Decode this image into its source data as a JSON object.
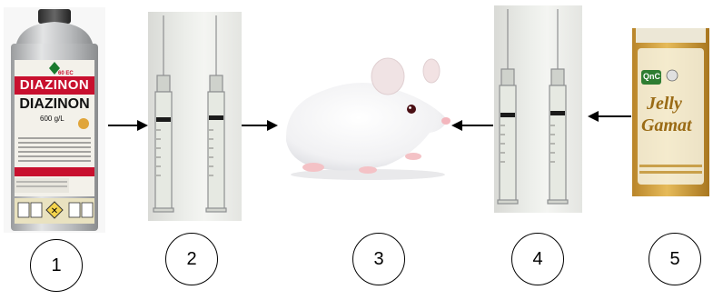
{
  "steps": [
    {
      "number": "1",
      "image": "diazinon-can"
    },
    {
      "number": "2",
      "image": "two-syringes"
    },
    {
      "number": "3",
      "image": "white-mouse"
    },
    {
      "number": "4",
      "image": "two-syringes"
    },
    {
      "number": "5",
      "image": "jelly-gamat-bottle"
    }
  ],
  "can_label": {
    "brand_top": "DIAZINON",
    "brand_top_sub": "60 EC",
    "brand_main": "DIAZINON",
    "concentration": "600 g/L"
  },
  "bottle_label": {
    "logo": "QnC",
    "product_line1": "Jelly",
    "product_line2": "Gamat"
  },
  "colors": {
    "accent_red": "#c8102e",
    "can_silver": "#c9cbcc",
    "bottle_amber": "#d7a63a",
    "arrow": "#000000"
  }
}
